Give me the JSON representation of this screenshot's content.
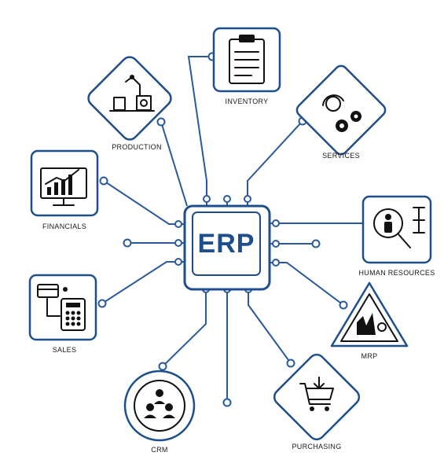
{
  "hub": {
    "label": "ERP"
  },
  "modules": [
    {
      "id": "inventory",
      "label": "INVENTORY",
      "icon": "clipboard-icon"
    },
    {
      "id": "production",
      "label": "PRODUCTION",
      "icon": "robot-arm-factory-icon"
    },
    {
      "id": "services",
      "label": "SERVICES",
      "icon": "headset-gears-icon"
    },
    {
      "id": "financials",
      "label": "FINANCIALS",
      "icon": "monitor-chart-icon"
    },
    {
      "id": "human_resources",
      "label": "HUMAN RESOURCES",
      "icon": "magnifier-person-icon"
    },
    {
      "id": "sales",
      "label": "SALES",
      "icon": "card-calculator-icon"
    },
    {
      "id": "mrp",
      "label": "MRP",
      "icon": "factory-triangle-icon"
    },
    {
      "id": "crm",
      "label": "CRM",
      "icon": "people-cycle-icon"
    },
    {
      "id": "purchasing",
      "label": "PURCHASING",
      "icon": "shopping-cart-icon"
    }
  ],
  "colors": {
    "accent": "#1f4e8c",
    "line": "#2a5a9a",
    "icon": "#111111",
    "text": "#1a1a1a"
  }
}
